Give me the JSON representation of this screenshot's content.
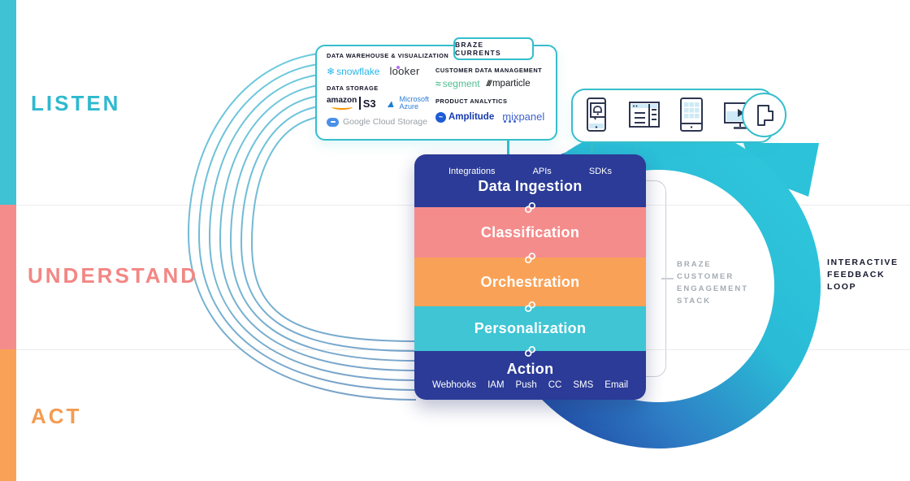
{
  "phases": {
    "listen": "LISTEN",
    "understand": "UNDERSTAND",
    "act": "ACT"
  },
  "currents": {
    "tag": "BRAZE CURRENTS",
    "sections": {
      "dwv": "DATA WAREHOUSE & VISUALIZATION",
      "ds": "DATA STORAGE",
      "cdm": "CUSTOMER DATA MANAGEMENT",
      "pa": "PRODUCT ANALYTICS"
    },
    "logos": {
      "snowflake": "snowflake",
      "looker": "looker",
      "amazon": "amazon",
      "s3": "S3",
      "microsoft": "Microsoft",
      "azure": "Azure",
      "google_cloud": "Google Cloud Storage",
      "segment": "segment",
      "mparticle": "mparticle",
      "amplitude": "Amplitude",
      "mixpanel": "mixpanel"
    }
  },
  "devices": {
    "icons": [
      "mobile-push",
      "web-browser",
      "tablet-apps",
      "video-player",
      "braze-logo"
    ]
  },
  "stack": {
    "ingestion_tags": [
      "Integrations",
      "APIs",
      "SDKs"
    ],
    "layers": [
      "Data Ingestion",
      "Classification",
      "Orchestration",
      "Personalization",
      "Action"
    ],
    "action_tags": [
      "Webhooks",
      "IAM",
      "Push",
      "CC",
      "SMS",
      "Email"
    ]
  },
  "labels": {
    "engagement_stack": [
      "BRAZE",
      "CUSTOMER",
      "ENGAGEMENT",
      "STACK"
    ],
    "feedback_loop": [
      "INTERACTIVE",
      "FEEDBACK",
      "LOOP"
    ]
  },
  "colors": {
    "teal": "#35becc",
    "salmon": "#f48c8c",
    "orange": "#f9a257",
    "navy": "#2b3b97",
    "ring_teal": "#2ec6dc",
    "ring_navy": "#1e3e9e"
  }
}
